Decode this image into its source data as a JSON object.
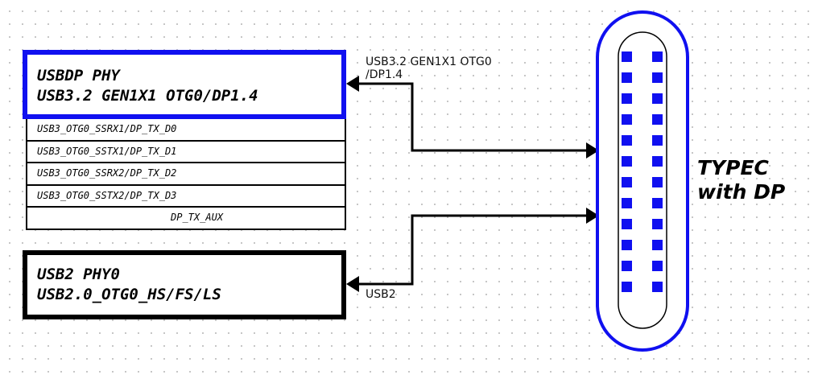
{
  "usbdp_phy": {
    "title": "USBDP PHY",
    "subtitle": "USB3.2 GEN1X1 OTG0/DP1.4",
    "signals": [
      "USB3_OTG0_SSRX1/DP_TX_D0",
      "USB3_OTG0_SSTX1/DP_TX_D1",
      "USB3_OTG0_SSRX2/DP_TX_D2",
      "USB3_OTG0_SSTX2/DP_TX_D3",
      "DP_TX_AUX"
    ]
  },
  "usb2_phy": {
    "title": "USB2 PHY0",
    "subtitle": "USB2.0_OTG0_HS/FS/LS"
  },
  "links": {
    "usb3_label_line1": "USB3.2 GEN1X1 OTG0",
    "usb3_label_line2": "/DP1.4",
    "usb2_label": "USB2"
  },
  "connector": {
    "label_line1": "TYPEC",
    "label_line2": "with DP"
  },
  "colors": {
    "usbdp_border": "#1010f0",
    "connector": "#1010f0",
    "usb2_border": "#000000"
  }
}
